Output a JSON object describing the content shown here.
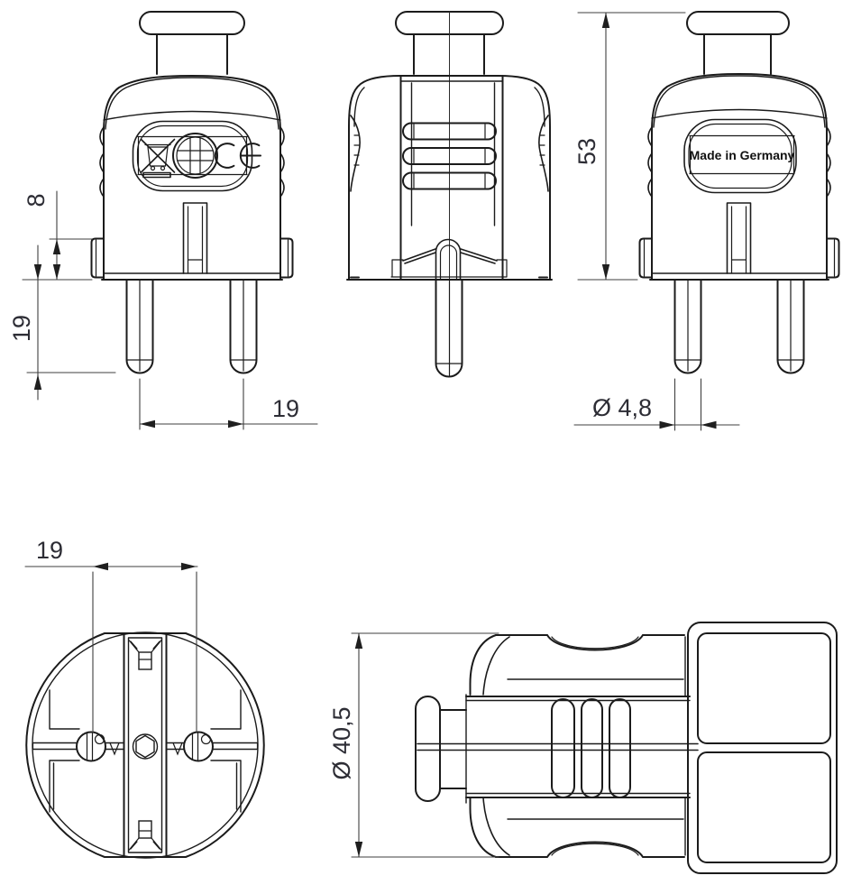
{
  "app": {
    "background": "#ffffff",
    "ink_color": "#1b1b1b",
    "dimension_line_color": "#3f3f3f",
    "text_color": "#2d2d35"
  },
  "drawing": {
    "subject": "schuko-plug-technical-drawing",
    "rear_label": "Made in Germany",
    "icons": {
      "weee": "weee-crossed-bin-icon",
      "screw": "phillips-screw-icon",
      "ce": "ce-mark-icon"
    }
  },
  "dimensions": {
    "flange_height": "8",
    "pin_length": "19",
    "pin_spacing_front": "19",
    "overall_height": "53",
    "pin_diameter": "Ø 4,8",
    "pin_spacing_bottom": "19",
    "body_diameter": "Ø 40,5"
  }
}
